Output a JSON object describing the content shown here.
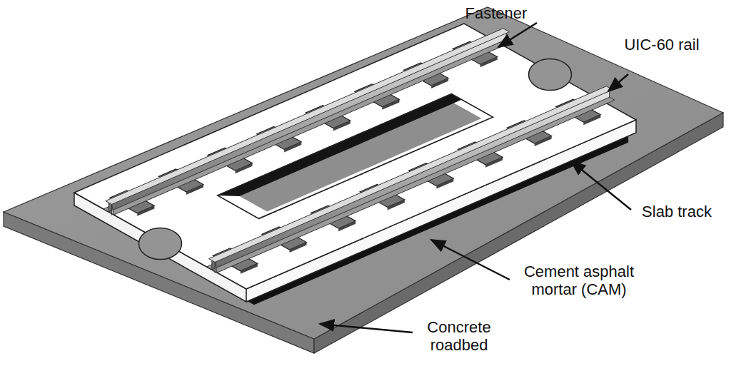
{
  "diagram": {
    "labels": [
      "Fastener",
      "UIC-60 rail",
      "Slab track",
      "Cement asphalt mortar (CAM)",
      "Concrete roadbed"
    ]
  }
}
